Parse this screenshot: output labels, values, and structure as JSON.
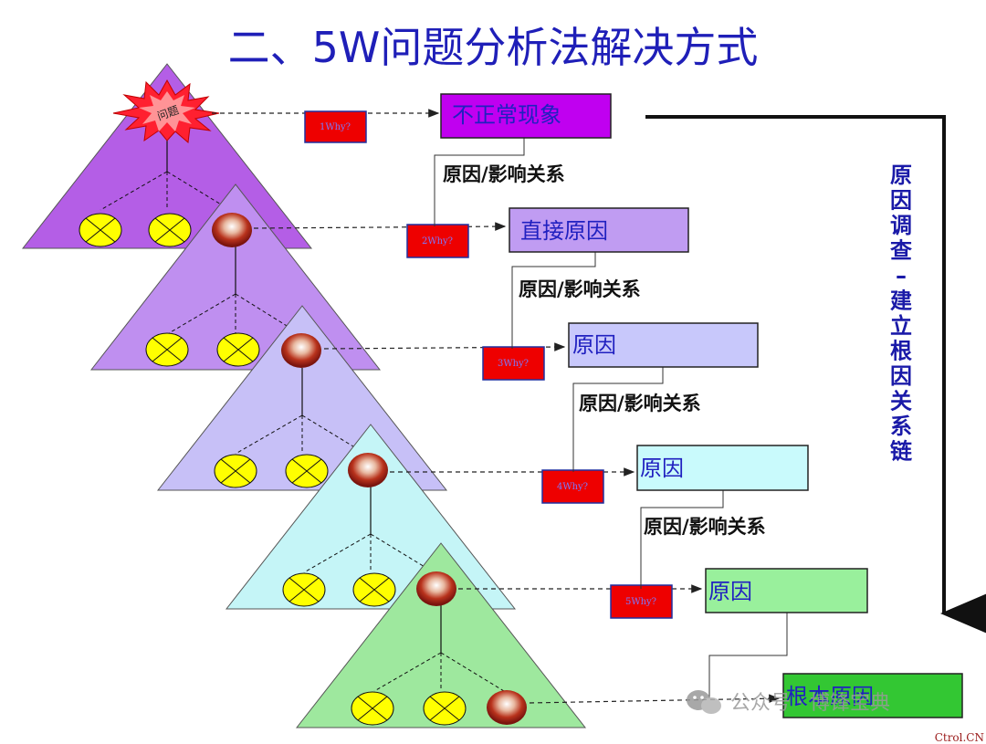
{
  "title": "二、5W问题分析法解决方式",
  "problem_label": "问题",
  "why_labels": [
    "1Why?",
    "2Why?",
    "3Why?",
    "4Why?",
    "5Why?"
  ],
  "boxes": [
    "不正常现象",
    "直接原因",
    "原因",
    "原因",
    "原因",
    "根本原因"
  ],
  "relation_label": "原因/影响关系",
  "side_label": "原因调查-建立根因关系链",
  "watermark": "公众号 · 博锋宝典",
  "source_mark": "Ctrol.CN",
  "colors": {
    "title": "#1f1fb8",
    "levels": [
      "#b45ee6",
      "#bf8ff0",
      "#c7c0f7",
      "#c5f5f7",
      "#9ee89e"
    ],
    "boxes": [
      "#c000f0",
      "#c09cf2",
      "#c8c8fb",
      "#c9fafc",
      "#99f09c",
      "#33c733"
    ],
    "why_fill": "#ee0000",
    "why_border": "#2030a0",
    "node_fill": "#ffff00",
    "cause_ball": "#9a1a12"
  },
  "icons": [
    "starburst-icon",
    "crossed-circle-icon",
    "sphere-icon",
    "wechat-icon"
  ]
}
